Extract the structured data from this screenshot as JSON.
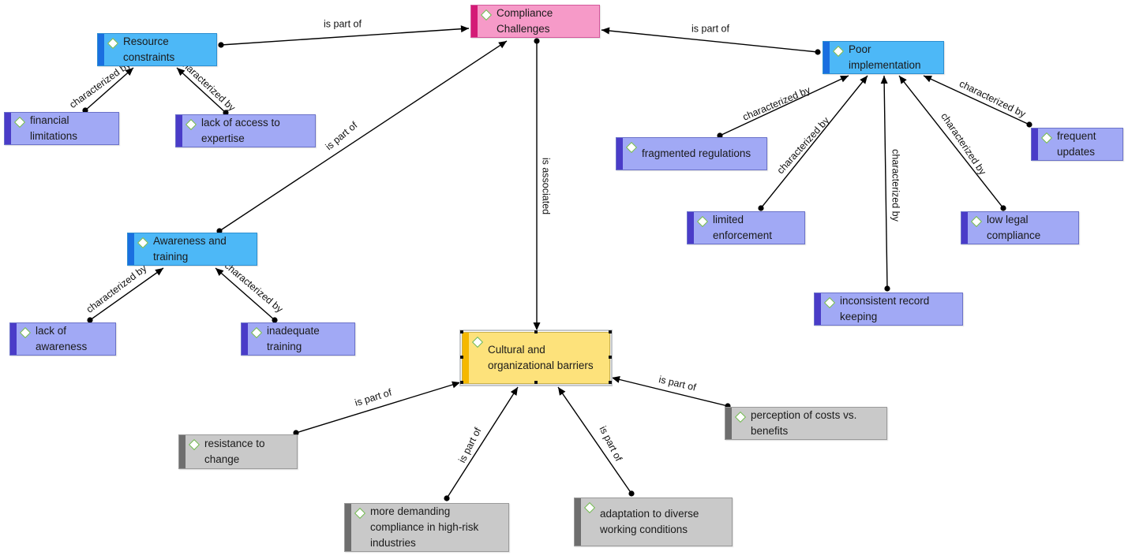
{
  "diagram": {
    "nodes": [
      {
        "id": "compliance",
        "label": "Compliance Challenges",
        "color": "pink"
      },
      {
        "id": "resource",
        "label": "Resource constraints",
        "color": "blue"
      },
      {
        "id": "poorimpl",
        "label": "Poor implementation",
        "color": "blue"
      },
      {
        "id": "awareness",
        "label": "Awareness and training",
        "color": "blue"
      },
      {
        "id": "cultural",
        "label": "Cultural and organizational barriers",
        "color": "yellow"
      },
      {
        "id": "financial",
        "label": "financial limitations",
        "color": "violet"
      },
      {
        "id": "expertise",
        "label": "lack of access to expertise",
        "color": "violet"
      },
      {
        "id": "fragmented",
        "label": "fragmented regulations",
        "color": "violet"
      },
      {
        "id": "frequent",
        "label": "frequent updates",
        "color": "violet"
      },
      {
        "id": "limited",
        "label": "limited enforcement",
        "color": "violet"
      },
      {
        "id": "lowlegal",
        "label": "low legal compliance",
        "color": "violet"
      },
      {
        "id": "inconsistent",
        "label": "inconsistent record keeping",
        "color": "violet"
      },
      {
        "id": "lackawareness",
        "label": "lack of awareness",
        "color": "violet"
      },
      {
        "id": "inadequate",
        "label": "inadequate training",
        "color": "violet"
      },
      {
        "id": "resistance",
        "label": "resistance to change",
        "color": "gray"
      },
      {
        "id": "perception",
        "label": "perception of costs vs. benefits",
        "color": "gray"
      },
      {
        "id": "demanding",
        "label": "more demanding compliance in high-risk industries",
        "color": "gray"
      },
      {
        "id": "adaptation",
        "label": "adaptation to diverse working conditions",
        "color": "gray"
      }
    ],
    "edges": [
      {
        "from": "resource",
        "to": "compliance",
        "label": "is part of"
      },
      {
        "from": "poorimpl",
        "to": "compliance",
        "label": "is part of"
      },
      {
        "from": "awareness",
        "to": "compliance",
        "label": "is part of"
      },
      {
        "from": "compliance",
        "to": "cultural",
        "label": "is associated"
      },
      {
        "from": "financial",
        "to": "resource",
        "label": "characterized by"
      },
      {
        "from": "expertise",
        "to": "resource",
        "label": "characterized by"
      },
      {
        "from": "fragmented",
        "to": "poorimpl",
        "label": "characterized by"
      },
      {
        "from": "limited",
        "to": "poorimpl",
        "label": "characterized by"
      },
      {
        "from": "inconsistent",
        "to": "poorimpl",
        "label": "characterized by"
      },
      {
        "from": "lowlegal",
        "to": "poorimpl",
        "label": "characterized by"
      },
      {
        "from": "frequent",
        "to": "poorimpl",
        "label": "characterized by"
      },
      {
        "from": "lackawareness",
        "to": "awareness",
        "label": "characterized by"
      },
      {
        "from": "inadequate",
        "to": "awareness",
        "label": "characterized by"
      },
      {
        "from": "resistance",
        "to": "cultural",
        "label": "is part of"
      },
      {
        "from": "demanding",
        "to": "cultural",
        "label": "is part of"
      },
      {
        "from": "adaptation",
        "to": "cultural",
        "label": "is part of"
      },
      {
        "from": "perception",
        "to": "cultural",
        "label": "is part of"
      }
    ]
  }
}
